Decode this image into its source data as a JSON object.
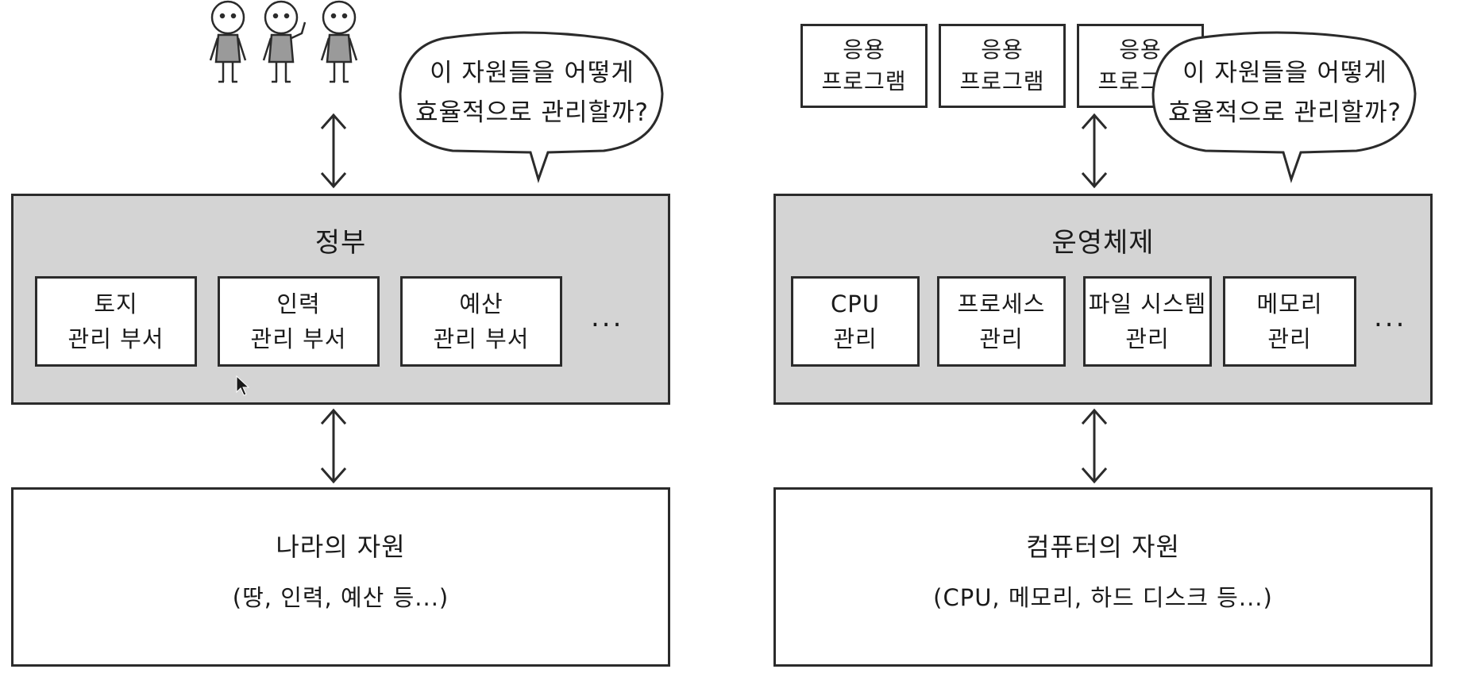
{
  "left": {
    "top_bubble": {
      "line1": "이 자원들을 어떻게",
      "line2": "효율적으로 관리할까?"
    },
    "middle_box": {
      "title": "정부",
      "departments": [
        {
          "line1": "토지",
          "line2": "관리 부서"
        },
        {
          "line1": "인력",
          "line2": "관리 부서"
        },
        {
          "line1": "예산",
          "line2": "관리 부서"
        }
      ],
      "ellipsis": "..."
    },
    "bottom_box": {
      "title": "나라의 자원",
      "subtitle": "(땅, 인력, 예산 등...)"
    }
  },
  "right": {
    "apps": [
      {
        "line1": "응용",
        "line2": "프로그램"
      },
      {
        "line1": "응용",
        "line2": "프로그램"
      },
      {
        "line1": "응용",
        "line2": "프로그램"
      }
    ],
    "top_bubble": {
      "line1": "이 자원들을 어떻게",
      "line2": "효율적으로 관리할까?"
    },
    "middle_box": {
      "title": "운영체제",
      "modules": [
        {
          "line1": "CPU",
          "line2": "관리"
        },
        {
          "line1": "프로세스",
          "line2": "관리"
        },
        {
          "line1": "파일 시스템",
          "line2": "관리"
        },
        {
          "line1": "메모리",
          "line2": "관리"
        }
      ],
      "ellipsis": "..."
    },
    "bottom_box": {
      "title": "컴퓨터의 자원",
      "subtitle": "(CPU, 메모리, 하드 디스크 등...)"
    }
  },
  "colors": {
    "gray_fill": "#d4d4d4",
    "stroke": "#2b2b2b",
    "person_shirt": "#9a9a9a"
  }
}
